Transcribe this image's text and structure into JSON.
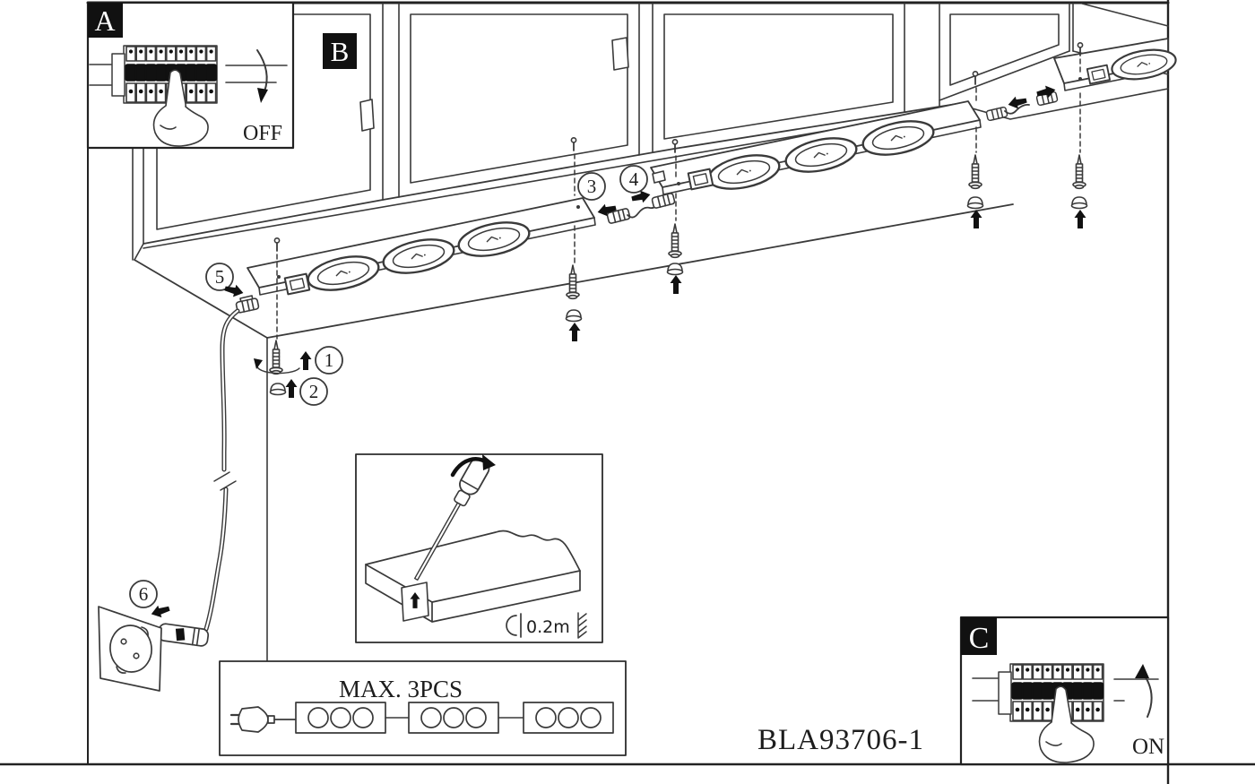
{
  "diagram": {
    "part_number": "BLA93706-1",
    "power_off_inset": {
      "label": "A",
      "state": "OFF"
    },
    "cabinet_label": {
      "label": "B"
    },
    "power_on_inset": {
      "label": "C",
      "state": "ON"
    },
    "mounting_detail_inset": {
      "min_distance": "0.2m"
    },
    "chain_limit_inset": {
      "caption": "MAX. 3PCS"
    },
    "steps": [
      "1",
      "2",
      "3",
      "4",
      "5",
      "6"
    ],
    "colors": {
      "line": "#3a3a3a",
      "ink": "#111111",
      "paper": "#ffffff"
    }
  }
}
